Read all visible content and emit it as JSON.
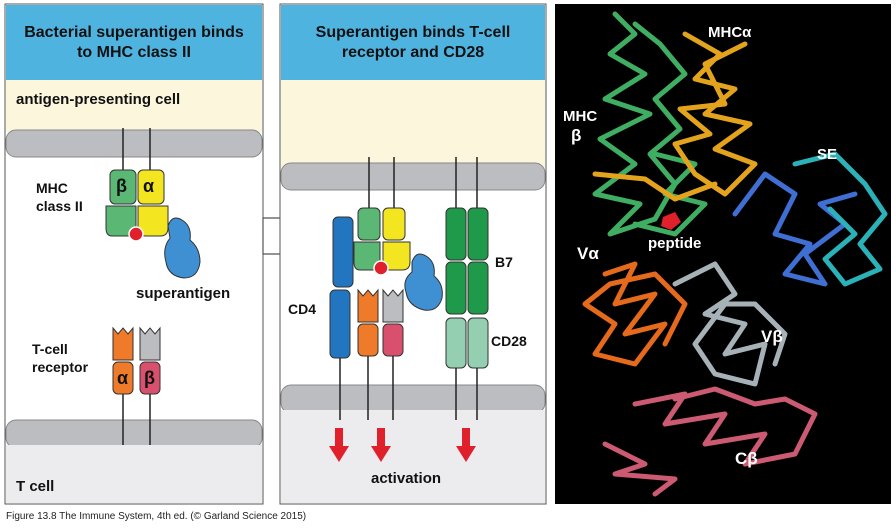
{
  "panel_left": {
    "title": "Bacterial superantigen binds to MHC class II",
    "apc_label": "antigen-presenting cell",
    "mhc_label_line1": "MHC",
    "mhc_label_line2": "class II",
    "mhc_beta": "β",
    "mhc_alpha": "α",
    "superantigen_label": "superantigen",
    "tcr_label_line1": "T-cell",
    "tcr_label_line2": "receptor",
    "tcr_alpha": "α",
    "tcr_beta": "β",
    "tcell_label": "T cell"
  },
  "panel_middle": {
    "title": "Superantigen binds T-cell receptor and CD28",
    "cd4_label": "CD4",
    "b7_label": "B7",
    "cd28_label": "CD28",
    "activation_label": "activation"
  },
  "structure_panel": {
    "labels": {
      "mhc_alpha": "MHCα",
      "mhc_beta_line1": "MHC",
      "mhc_beta_line2": "β",
      "se": "SE",
      "peptide": "peptide",
      "v_alpha": "Vα",
      "v_beta": "Vβ",
      "c_beta": "Cβ"
    }
  },
  "caption": "Figure 13.8 The Immune System, 4th ed. (© Garland Science 2015)",
  "colors": {
    "header_blue": "#4fb3e0",
    "apc_cream": "#fbf6dc",
    "membrane_grey": "#bcbdc0",
    "mhc_beta_green": "#5bb774",
    "mhc_alpha_yellow": "#f3e520",
    "superantigen_blue": "#3f8fd3",
    "tcr_alpha_orange": "#ee7a2a",
    "tcr_beta_pink": "#d8506e",
    "cd4_blue": "#2176bf",
    "b7_green": "#1f9a4a",
    "cd28_teal": "#93cfb0",
    "arrow_red": "#e0202a"
  }
}
